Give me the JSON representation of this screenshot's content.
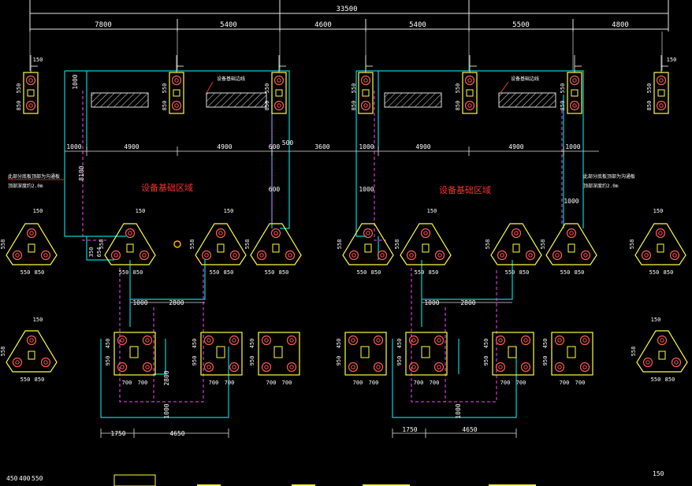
{
  "drawing": {
    "overall_dimension": "33500",
    "top_dimensions": [
      "7800",
      "5400",
      "4600",
      "5400",
      "5500",
      "4800"
    ],
    "area_labels": [
      "设备基础区域",
      "设备基础区域"
    ],
    "equipment_notes": [
      "设备基础边线",
      "设备基础边线"
    ],
    "side_notes": [
      {
        "line1": "此部分底板顶部为沟通板",
        "line2": "顶部深度约2.0m"
      },
      {
        "line1": "此部分底板顶部为沟通板",
        "line2": "顶部深度约2.0m"
      }
    ],
    "middle_dims": {
      "left": [
        "1000",
        "4900",
        "4900",
        "600"
      ],
      "gap": "3600",
      "right": [
        "1000",
        "4900",
        "4900",
        "1000"
      ],
      "small": [
        "500",
        "1000",
        "600",
        "1000",
        "1000"
      ],
      "vertical_8100": "8100"
    },
    "pile_labels": {
      "p150": "150",
      "p550": "550",
      "p850": "850",
      "p700": "700",
      "p654": "654",
      "p558": "558",
      "p450": "450",
      "p950": "950",
      "p350": "350",
      "p400": "400"
    },
    "lower_dims": {
      "d1000": "1000",
      "d2800": "2800",
      "d1750": "1750",
      "d4650": "4650"
    }
  },
  "colors": {
    "background": "#000000",
    "dimension": "#ffffff",
    "wall_outline": "#00d4d4",
    "dashed_zone": "#ff40ff",
    "pile_cap": "#ffff3c",
    "pile": "#ff5a50",
    "area_text": "#ff3030",
    "grid_line": "#e0e0e0"
  }
}
